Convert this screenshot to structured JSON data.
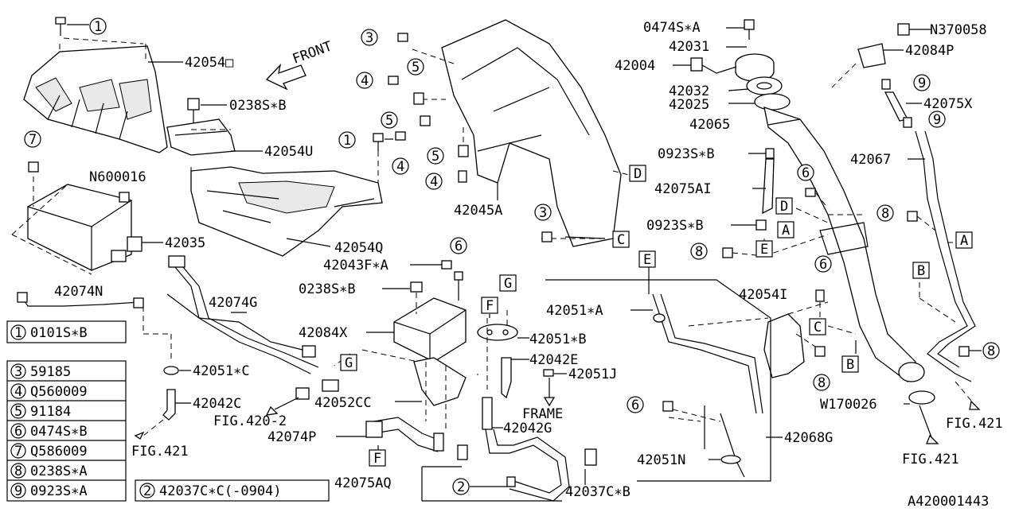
{
  "diagram_id": "A420001443",
  "labels": {
    "p42054O": "42054□",
    "p0238SB_top": "0238S∗B",
    "p42054U": "42054U",
    "pN600016": "N600016",
    "p42035": "42035",
    "p42054Q": "42054Q",
    "p42043FA": "42043F∗A",
    "p0238SB_mid": "0238S∗B",
    "p42074N": "42074N",
    "p42074G": "42074G",
    "p42084X": "42084X",
    "p42051C": "42051∗C",
    "p42042C": "42042C",
    "p42052CC": "42052CC",
    "p42074P": "42074P",
    "pFIG4202": "FIG.420-2",
    "pFIG421_left": "FIG.421",
    "p42045A": "42045A",
    "p0474SA": "0474S∗A",
    "p42031": "42031",
    "p42004": "42004",
    "p42032": "42032",
    "p42025": "42025",
    "p42065": "42065",
    "p0923SB_1": "0923S∗B",
    "p42075AI": "42075AI",
    "p0923SB_2": "0923S∗B",
    "pN370058": "N370058",
    "p42084P": "42084P",
    "p42075X": "42075X",
    "p42067": "42067",
    "p42054I": "42054I",
    "p42051A": "42051∗A",
    "p42051B": "42051∗B",
    "p42042E": "42042E",
    "p42051J": "42051J",
    "pFRAME": "FRAME",
    "p42042G": "42042G",
    "p42075AQ": "42075AQ",
    "p42037CB": "42037C∗B",
    "p42051N": "42051N",
    "p42068G": "42068G",
    "pW170026": "W170026",
    "pFIG421_mid": "FIG.421",
    "pFIG421_right": "FIG.421",
    "front": "FRONT"
  },
  "callouts": {
    "c1": "1",
    "c2": "2",
    "c3": "3",
    "c4": "4",
    "c5": "5",
    "c6": "6",
    "c7": "7",
    "c8": "8",
    "c9": "9"
  },
  "ref_letters": {
    "A": "A",
    "B": "B",
    "C": "C",
    "D": "D",
    "E": "E",
    "F": "F",
    "G": "G"
  },
  "legend_top": {
    "num": "1",
    "part": "0101S∗B"
  },
  "legend": [
    {
      "num": "3",
      "part": "59185"
    },
    {
      "num": "4",
      "part": "Q560009"
    },
    {
      "num": "5",
      "part": "91184"
    },
    {
      "num": "6",
      "part": "0474S∗B"
    },
    {
      "num": "7",
      "part": "Q586009"
    },
    {
      "num": "8",
      "part": "0238S∗A"
    },
    {
      "num": "9",
      "part": "0923S∗A"
    }
  ],
  "legend_bottom": {
    "num": "2",
    "part": "42037C∗C(-0904)"
  }
}
